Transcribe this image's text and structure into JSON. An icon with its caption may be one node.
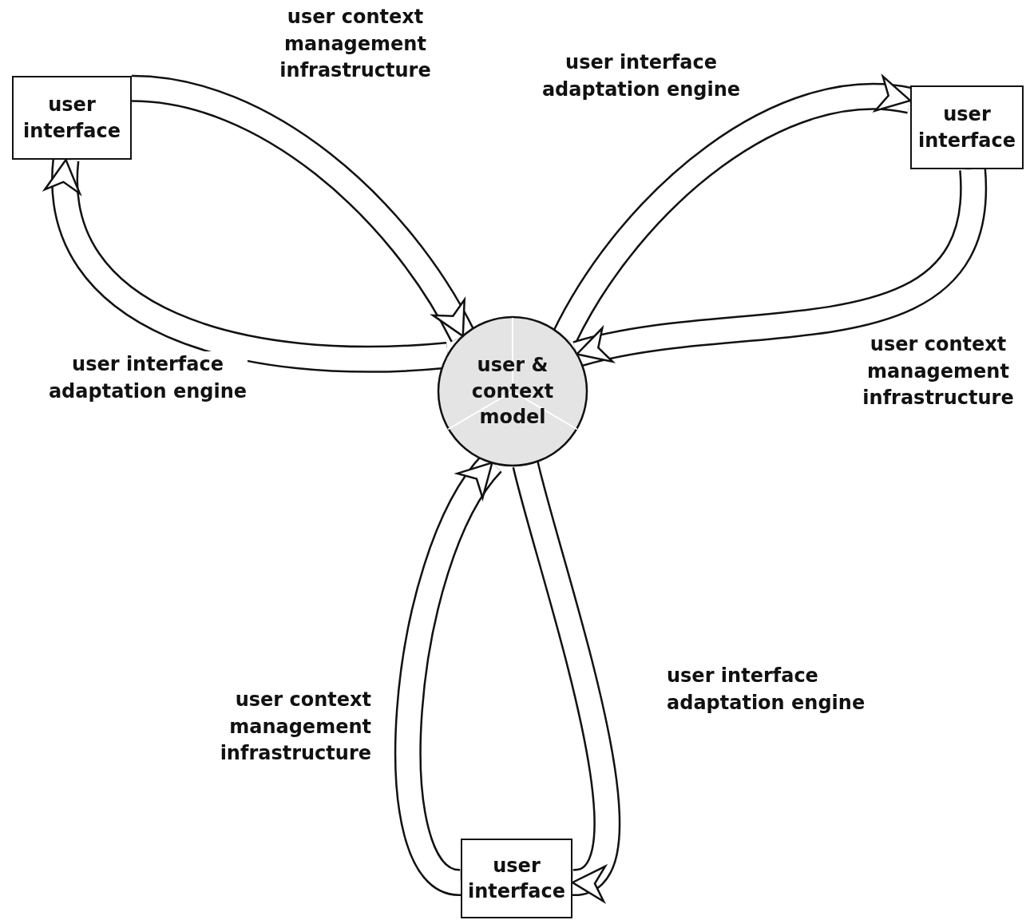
{
  "diagram": {
    "nodes": [
      {
        "text": [
          "user & context model"
        ]
      },
      {
        "text": [
          "user interface"
        ]
      },
      {
        "text": [
          "user interface"
        ]
      },
      {
        "text": [
          "user interface"
        ]
      }
    ],
    "edges": [
      {
        "from": 1,
        "to": 0,
        "arrow": "to",
        "label": "user context management infrastructure"
      },
      {
        "from": 0,
        "to": 1,
        "arrow": "to",
        "label": "user interface adaptation engine"
      },
      {
        "from": 0,
        "to": 2,
        "arrow": "to",
        "label": "user interface adaptation engine"
      },
      {
        "from": 2,
        "to": 0,
        "arrow": "to",
        "label": "user context management infrastructure"
      },
      {
        "from": 3,
        "to": 0,
        "arrow": "to",
        "label": "user context management infrastructure"
      },
      {
        "from": 0,
        "to": 3,
        "arrow": "to",
        "label": "user interface adaptation engine"
      }
    ]
  }
}
